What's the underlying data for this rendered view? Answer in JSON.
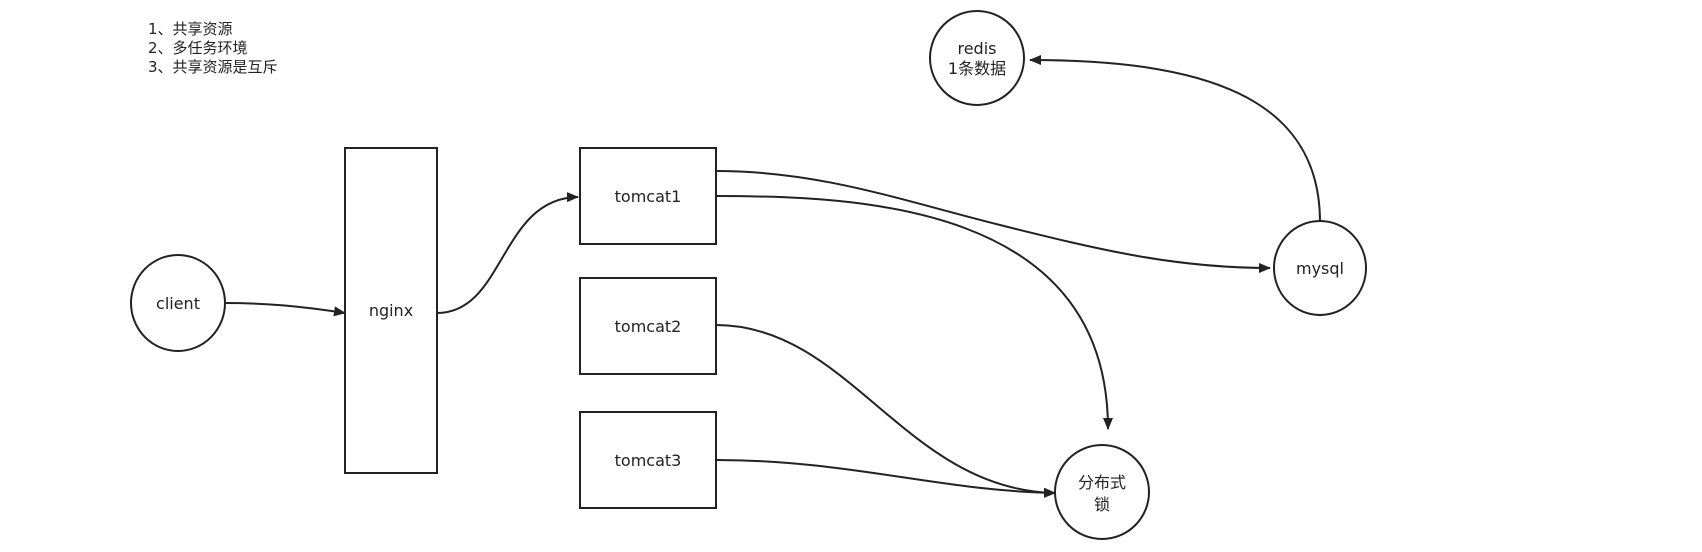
{
  "notes": [
    "1、共享资源",
    "2、多任务环境",
    "3、共享资源是互斥"
  ],
  "nodes": {
    "client": "client",
    "nginx": "nginx",
    "tomcat1": "tomcat1",
    "tomcat2": "tomcat2",
    "tomcat3": "tomcat3",
    "mysql": "mysql",
    "redis_line1": "redis",
    "redis_line2": "1条数据",
    "lock_line1": "分布式",
    "lock_line2": "锁"
  },
  "colors": {
    "stroke": "#222222",
    "background": "#ffffff"
  }
}
